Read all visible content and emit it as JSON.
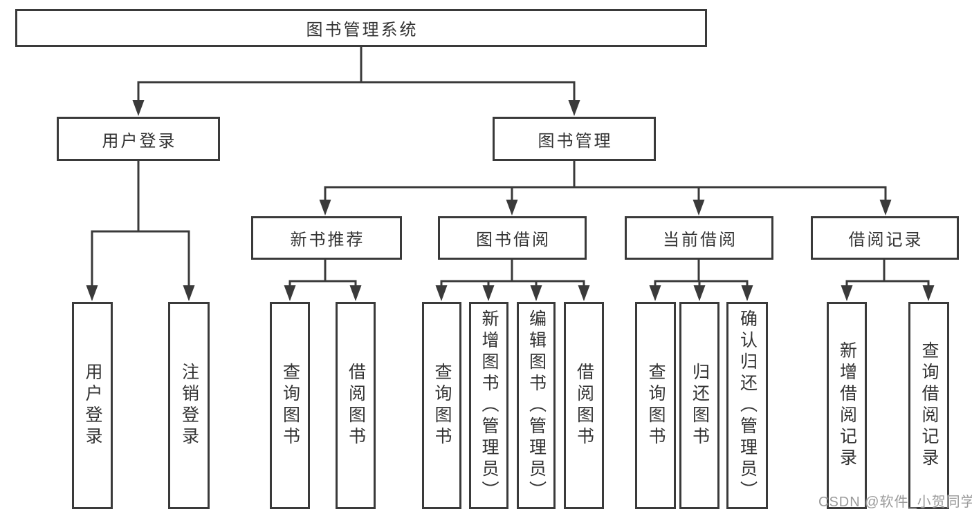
{
  "tree": {
    "root": {
      "label": "图书管理系统",
      "children": [
        {
          "label": "用户登录",
          "children": [
            {
              "label": "用户登录"
            },
            {
              "label": "注销登录"
            }
          ]
        },
        {
          "label": "图书管理",
          "children": [
            {
              "label": "新书推荐",
              "children": [
                {
                  "label": "查询图书"
                },
                {
                  "label": "借阅图书"
                }
              ]
            },
            {
              "label": "图书借阅",
              "children": [
                {
                  "label": "查询图书"
                },
                {
                  "label": "新增图书（管理员）"
                },
                {
                  "label": "编辑图书（管理员）"
                },
                {
                  "label": "借阅图书"
                }
              ]
            },
            {
              "label": "当前借阅",
              "children": [
                {
                  "label": "查询图书"
                },
                {
                  "label": "归还图书"
                },
                {
                  "label": "确认归还（管理员）"
                }
              ]
            },
            {
              "label": "借阅记录",
              "children": [
                {
                  "label": "新增借阅记录"
                },
                {
                  "label": "查询借阅记录"
                }
              ]
            }
          ]
        }
      ]
    }
  },
  "watermark": {
    "text": "CSDN @软件_小贺同学"
  },
  "colors": {
    "line": "#3a3a3a",
    "box_border": "#3a3a3a",
    "text": "#333333",
    "watermark": "#9a9a9a",
    "background": "#ffffff"
  }
}
